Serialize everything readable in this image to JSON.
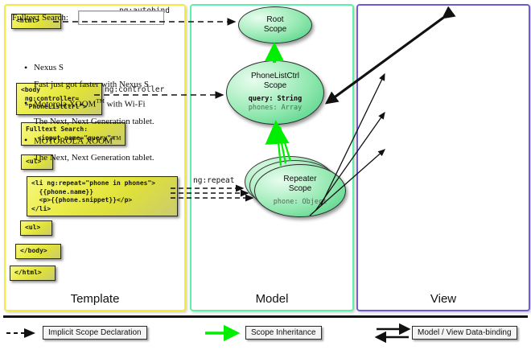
{
  "panels": [
    {
      "key": "template",
      "title": "Template",
      "accent": "#f2ea3c"
    },
    {
      "key": "model",
      "title": "Model",
      "accent": "#5ef0a8"
    },
    {
      "key": "view",
      "title": "View",
      "accent": "#6a5bd8"
    }
  ],
  "template": {
    "title": "Template",
    "boxes": [
      {
        "id": "html-open",
        "text": "<html>"
      },
      {
        "id": "body-open",
        "text": "<body\n ng:controller=\n \"PhoneListCtrl\">"
      },
      {
        "id": "fulltext-search",
        "text": "Fulltext Search:\n   <input name=\"query\">"
      },
      {
        "id": "ul-open",
        "text": "<ul>"
      },
      {
        "id": "li-repeat",
        "text": "<li ng:repeat=\"phone in phones\">\n  {{phone.name}}\n  <p>{{phone.snippet}}</p>\n</li>"
      },
      {
        "id": "ul-close",
        "text": "<ul>"
      },
      {
        "id": "body-close",
        "text": "</body>"
      },
      {
        "id": "html-close",
        "text": "</html>"
      }
    ]
  },
  "model": {
    "title": "Model",
    "scopes": [
      {
        "id": "root-scope",
        "name": "Root\nScope",
        "props": []
      },
      {
        "id": "phonelistctrl-scope",
        "name": "PhoneListCtrl\nScope",
        "props": [
          {
            "text": "query: String",
            "emphasis": "strong"
          },
          {
            "text": "phones: Array",
            "emphasis": "dim"
          }
        ]
      },
      {
        "id": "repeater-scope",
        "name": "Repeater\nScope",
        "props": [
          {
            "text": "phone: Object",
            "emphasis": "dim"
          }
        ]
      }
    ]
  },
  "view": {
    "title": "View",
    "search_label": "Fulltext Search:",
    "search_value": "",
    "search_placeholder": "",
    "phones": [
      {
        "name": "Nexus S",
        "name_tm": false,
        "snippet": "Fast just got faster with Nexus S."
      },
      {
        "name": "Motorola XOOM",
        "name_tm": true,
        "name_suffix": " with Wi-Fi",
        "snippet": "The Next, Next Generation tablet."
      },
      {
        "name": "MOTOROLA XOOM",
        "name_tm": true,
        "name_suffix": "",
        "snippet": "The Next, Next Generation tablet."
      }
    ]
  },
  "edges": [
    {
      "id": "ng-autobind",
      "label": "ng:autobind",
      "type": "implicit-scope-declaration"
    },
    {
      "id": "ng-controller",
      "label": "ng:controller",
      "type": "implicit-scope-declaration"
    },
    {
      "id": "ng-repeat",
      "label": "ng:repeat",
      "type": "implicit-scope-declaration"
    }
  ],
  "legend": {
    "items": [
      {
        "id": "implicit-scope-declaration",
        "label": "Implicit Scope Declaration",
        "arrow": "dashed-black"
      },
      {
        "id": "scope-inheritance",
        "label": "Scope Inheritance",
        "arrow": "solid-green"
      },
      {
        "id": "model-view-data-binding",
        "label": "Model / View Data-binding",
        "arrow": "double-black"
      }
    ]
  },
  "colors": {
    "template_accent": "#f2ea3c",
    "model_accent": "#5ef0a8",
    "view_accent": "#6a5bd8",
    "code_box": "#e9ec46",
    "scope_fill": "#8fe7ae",
    "inheritance_arrow": "#00ee00"
  }
}
